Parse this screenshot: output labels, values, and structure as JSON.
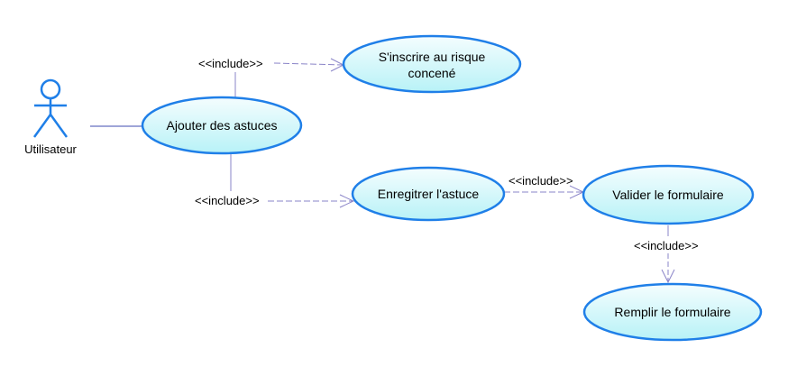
{
  "diagram": {
    "type": "use-case",
    "colors": {
      "outline": "#1f7fe8",
      "fill_light": "#f4fdfe",
      "fill_dark": "#b8f2f7",
      "association": "#3f4bb0",
      "include": "#8a84c8"
    },
    "actor": {
      "label": "Utilisateur",
      "icon": "stick-figure-icon"
    },
    "use_cases": {
      "ajouter": {
        "label": "Ajouter des astuces"
      },
      "sinscrire": {
        "line1": "S'inscrire au risque",
        "line2": "concené"
      },
      "enregistrer": {
        "label": "Enregitrer l'astuce"
      },
      "valider": {
        "label": "Valider le formulaire"
      },
      "remplir": {
        "label": "Remplir le formulaire"
      }
    },
    "relations": {
      "include1": "<<include>>",
      "include2": "<<include>>",
      "include3": "<<include>>",
      "include4": "<<include>>"
    }
  }
}
